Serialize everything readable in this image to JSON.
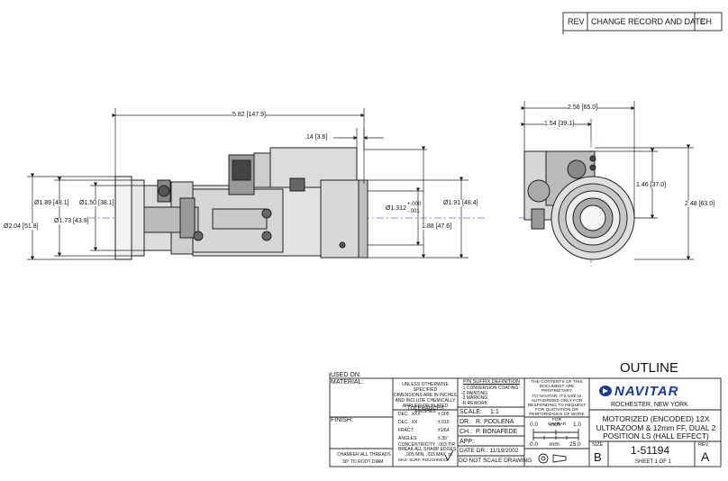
{
  "revision_block": {
    "rev": "REV",
    "change_record": "CHANGE RECORD AND DATE",
    "ch": "CH"
  },
  "dimensions": {
    "overall_length": "5.82 [147.9]",
    "offset": ".14 [3.6]",
    "dia_1_89": "Ø1.89 [48.1]",
    "dia_2_04": "Ø2.04 [51.8]",
    "dia_1_50": "Ø1.50 [38.1]",
    "dia_1_73": "Ø1.73 [43.9]",
    "dia_1_312": "Ø1.312",
    "tol_plus": "+.000",
    "tol_minus": "-.001",
    "dia_1_91": "Ø1.91 [48.4]",
    "height_1_88": "1.88 [47.6]",
    "width_2_56": "2.56 [65.0]",
    "width_1_54": "1.54 [39.1]",
    "height_1_46": "1.46 [37.0]",
    "height_2_48": "2.48 [63.0]"
  },
  "title_block": {
    "used_on": "USED ON:",
    "material": "MATERIAL:",
    "finish": "FINISH:",
    "chamfer_line1": "CHAMFER ALL THREADS",
    "chamfer_line2": "30° TO ROOT DIAM",
    "unless_notes": [
      "UNLESS OTHERWISE",
      "SPECIFIED",
      "DIMENSIONS ARE IN INCHES",
      "AND INCLUDE CHEMICALLY",
      "APPLIED OR PLATED FINISHES"
    ],
    "tolerances_label": "TOLERANCES:",
    "tolerances": [
      {
        "label": "DEC. .XXX",
        "value": "±.005"
      },
      {
        "label": "DEC. .XX",
        "value": "±.010"
      },
      {
        "label": "FRACT.",
        "value": "±1/64"
      },
      {
        "label": "ANGLES",
        "value": "±.30'"
      },
      {
        "label": "CONCENTRICITY",
        "value": ".003 TIR"
      }
    ],
    "break_edges": "BREAK ALL SHARP EDGES",
    "break_values": ".005 MIN, .015 MAX",
    "roughness": "MAX. SURF. ROUGHNESS",
    "roughness_value": "32",
    "pn_suffix_title": "P/N SUFFIX DEFINITION",
    "pn_suffix_items": [
      "-1 CONVERSION COATING",
      "-2 PAINTING",
      "-3 MARKING",
      "-R REWORK"
    ],
    "scale_label": "SCALE:",
    "scale_value": "1:1",
    "dr_label": "DR.:",
    "dr_value": "R. PODLENA",
    "ch_label": "CH.:",
    "ch_value": "P. BONAFEDE",
    "app_label": "APP.:",
    "date_label": "DATE DR.: 11/19/2002",
    "do_not_scale": "DO NOT SCALE DRAWING",
    "proprietary": [
      "THE CONTENTS OF THIS",
      "DOCUMENT ARE PROPRIETARY",
      "TO NAVITAR. ITS USE IS",
      "AUTHORIZED ONLY FOR",
      "RESPONDING TO REQUEST",
      "FOR QUOTATION OR",
      "PERFORMANCE OF WORK FOR",
      "NAVITAR"
    ],
    "scale_inch": {
      "start": "0.0",
      "unit": "inch",
      "end": "1.0"
    },
    "scale_mm": {
      "start": "0.0",
      "unit": "mm",
      "end": "25.0"
    },
    "outline_title": "OUTLINE",
    "company_logo": "NAVITAR",
    "location": "ROCHESTER, NEW YORK",
    "description": [
      "MOTORIZED (ENCODED) 12X",
      "ULTRAZOOM & 12mm FF, DUAL 2",
      "POSITION LS (HALL EFFECT)"
    ],
    "size_label": "SIZE",
    "size_value": "B",
    "part_number": "1-51194",
    "sheet": "SHEET 1 OF 1",
    "rev_label": "REV",
    "rev_value": "A"
  }
}
